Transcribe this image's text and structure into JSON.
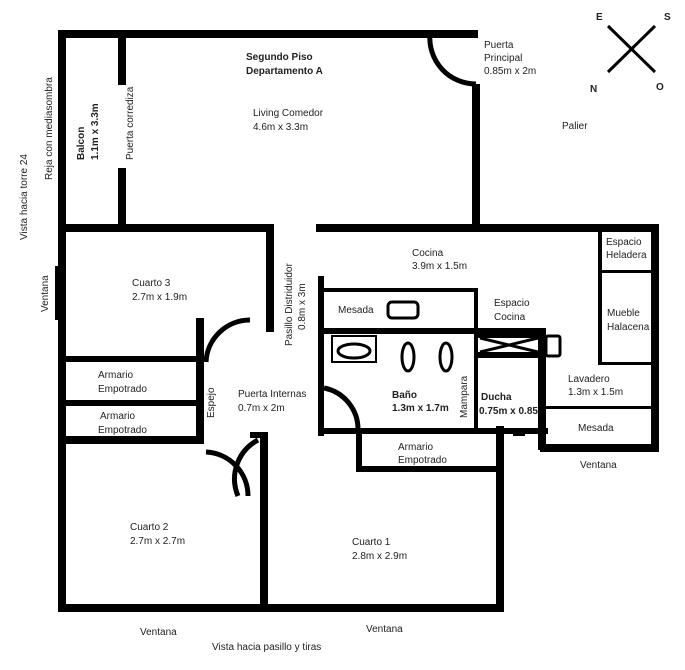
{
  "title": {
    "line1": "Segundo Piso",
    "line2": "Departamento A"
  },
  "compass": {
    "e": "E",
    "s": "S",
    "n": "N",
    "o": "O"
  },
  "rooms": {
    "living": {
      "name": "Living Comedor",
      "size": "4.6m x 3.3m"
    },
    "balcon": {
      "name": "Balcon",
      "size": "1.1m x 3.3m"
    },
    "cuarto3": {
      "name": "Cuarto 3",
      "size": "2.7m x 1.9m"
    },
    "cuarto2": {
      "name": "Cuarto 2",
      "size": "2.7m x 2.7m"
    },
    "cuarto1": {
      "name": "Cuarto 1",
      "size": "2.8m x 2.9m"
    },
    "cocina": {
      "name": "Cocina",
      "size": "3.9m x 1.5m"
    },
    "bano": {
      "name": "Baño",
      "size": "1.3m x 1.7m"
    },
    "ducha": {
      "name": "Ducha",
      "size": "0.75m x 0.85"
    },
    "lavadero": {
      "name": "Lavadero",
      "size": "1.3m x 1.5m"
    },
    "pasillo": {
      "name": "Pasillo Distriduidor",
      "size": "0.8m x 3m"
    }
  },
  "labels": {
    "puerta_principal": [
      "Puerta",
      "Principal",
      "0.85m x 2m"
    ],
    "palier": "Palier",
    "puerta_corrediza": "Puerta corrediza",
    "reja": "Reja con mediasombra",
    "vista_torre": "Vista hacia torre 24",
    "vista_pasillo": "Vista hacia pasillo y tiras",
    "ventana": "Ventana",
    "armario": [
      "Armario",
      "Empotrado"
    ],
    "espejo": "Espejo",
    "puertas_internas": [
      "Puerta Internas",
      "0.7m x 2m"
    ],
    "mesada": "Mesada",
    "espacio_cocina": [
      "Espacio",
      "Cocina"
    ],
    "espacio_heladera": [
      "Espacio",
      "Heladera"
    ],
    "mueble": [
      "Mueble",
      "Halacena"
    ],
    "mampara": "Mampara"
  }
}
